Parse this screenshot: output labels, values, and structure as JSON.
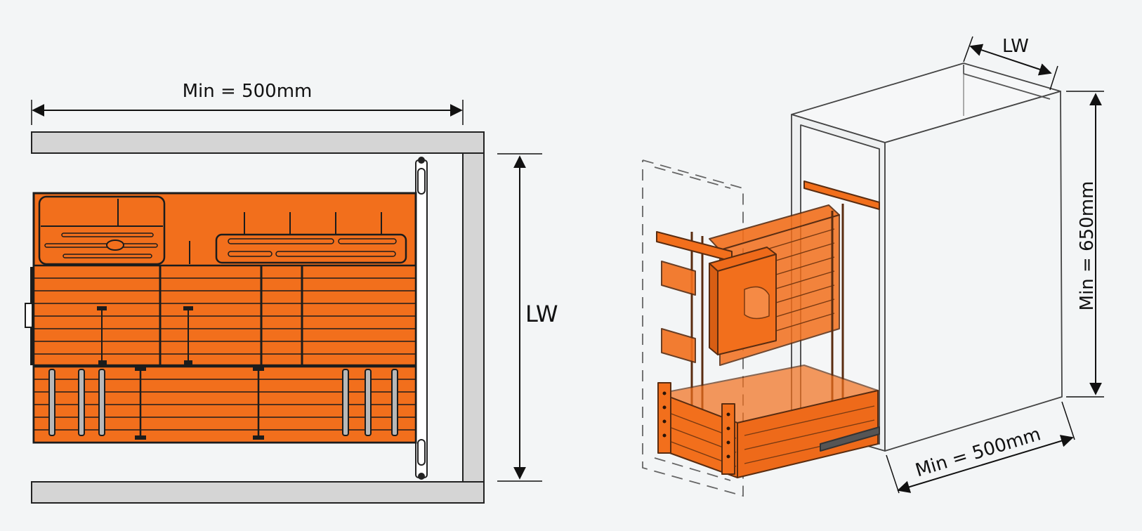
{
  "plan_view": {
    "width_label": "Min = 500mm",
    "depth_label": "LW"
  },
  "perspective_view": {
    "top_label": "LW",
    "height_label": "Min = 650mm",
    "depth_label": "Min = 500mm"
  },
  "colors": {
    "basket_orange": "#f26f1c",
    "outline": "#1c1c1c",
    "cabinet_gray": "#d5d5d5",
    "background": "#f3f5f6"
  }
}
